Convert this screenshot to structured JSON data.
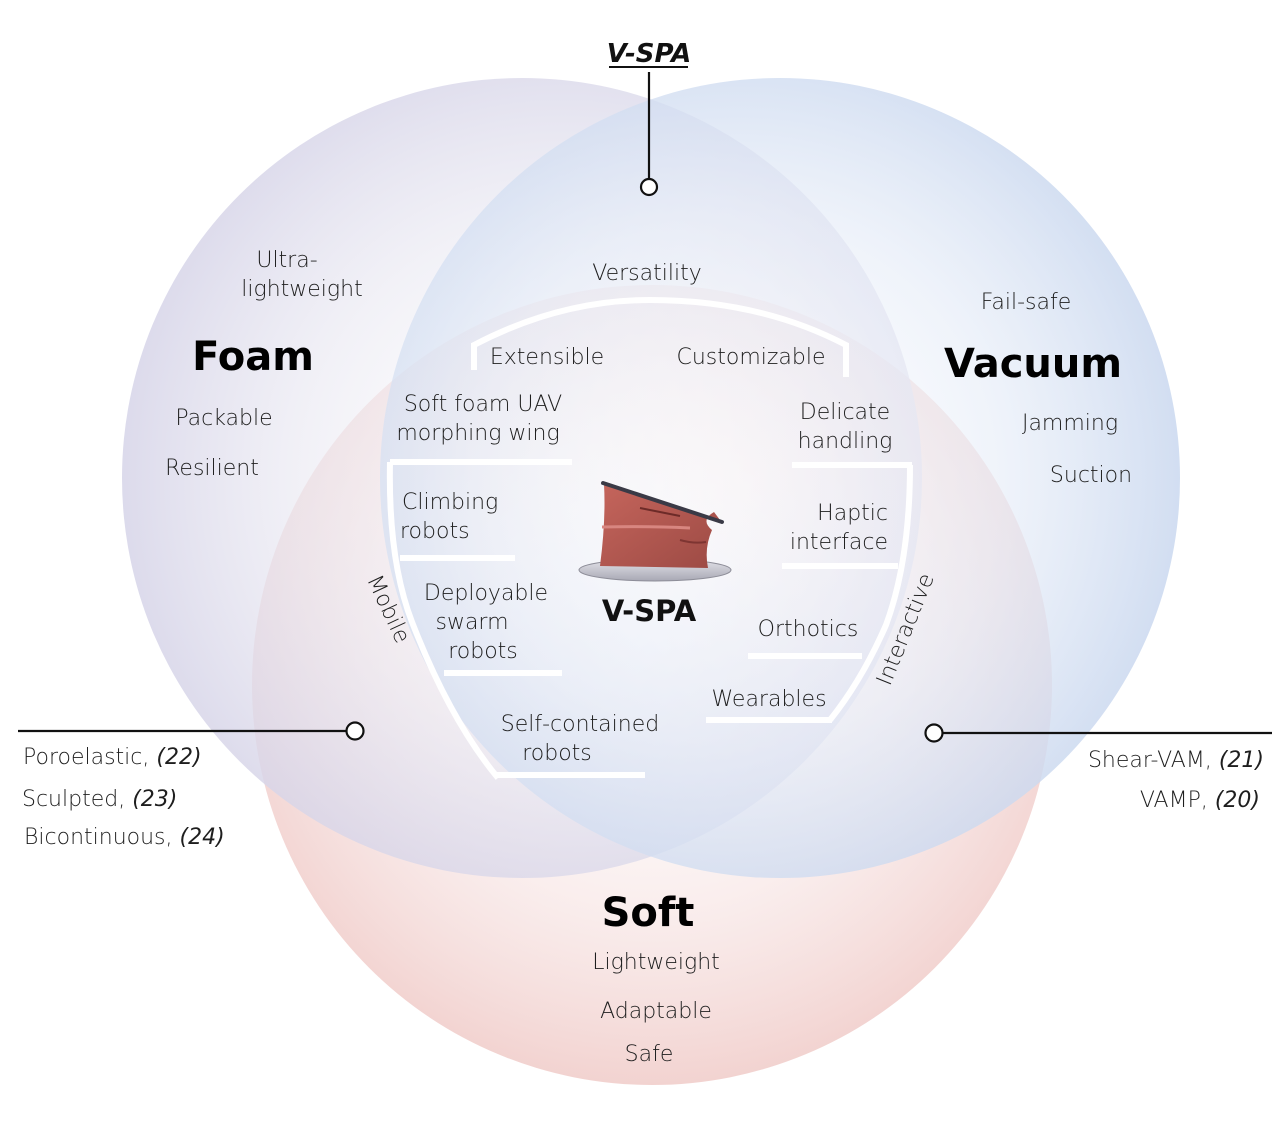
{
  "header": {
    "title": "V-SPA"
  },
  "circles": {
    "foam": {
      "title": "Foam",
      "color": "#cfcde3",
      "properties": [
        "Ultra-",
        "lightweight",
        "Packable",
        "Resilient"
      ]
    },
    "vacuum": {
      "title": "Vacuum",
      "color": "#c6d4ee",
      "properties": [
        "Fail-safe",
        "Jamming",
        "Suction"
      ]
    },
    "soft": {
      "title": "Soft",
      "color": "#f1c8c6",
      "properties": [
        "Lightweight",
        "Adaptable",
        "Safe"
      ]
    }
  },
  "center": {
    "label": "V-SPA",
    "image": "V-SPA actuator photo (red foam bellows on clear plate)",
    "versatility": {
      "label": "Versatility",
      "items": [
        "Extensible",
        "Customizable"
      ]
    },
    "mobile": {
      "label": "Mobile",
      "items": [
        [
          "Soft foam UAV",
          "morphing wing"
        ],
        [
          "Climbing",
          "robots"
        ],
        [
          "Deployable",
          "swarm",
          "robots"
        ],
        [
          "Self-contained",
          "robots"
        ]
      ]
    },
    "interactive": {
      "label": "Interactive",
      "items": [
        [
          "Delicate",
          "handling"
        ],
        [
          "Haptic",
          "interface"
        ],
        [
          "Orthotics"
        ],
        [
          "Wearables"
        ]
      ]
    }
  },
  "callouts": {
    "foam_soft": [
      {
        "name": "Poroelastic,",
        "ref": "(22)"
      },
      {
        "name": "Sculpted,",
        "ref": "(23)"
      },
      {
        "name": "Bicontinuous,",
        "ref": "(24)"
      }
    ],
    "vacuum_soft": [
      {
        "name": "Shear-VAM,",
        "ref": "(21)"
      },
      {
        "name": "VAMP,",
        "ref": "(20)"
      }
    ]
  }
}
